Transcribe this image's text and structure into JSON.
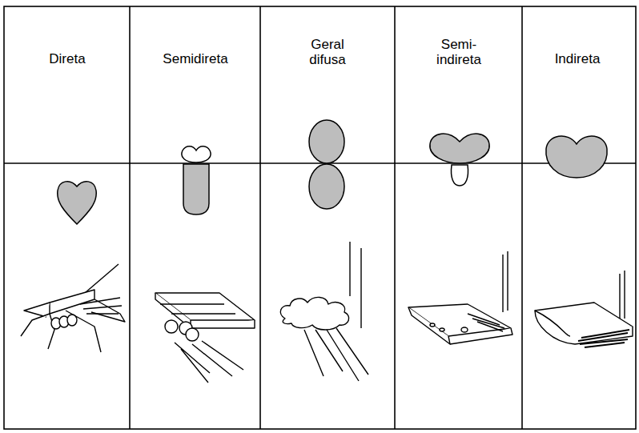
{
  "diagram": {
    "labels": [
      "Direta",
      "Semidireta",
      "Geral difusa",
      "Semi- indireta",
      "Indireta"
    ]
  }
}
